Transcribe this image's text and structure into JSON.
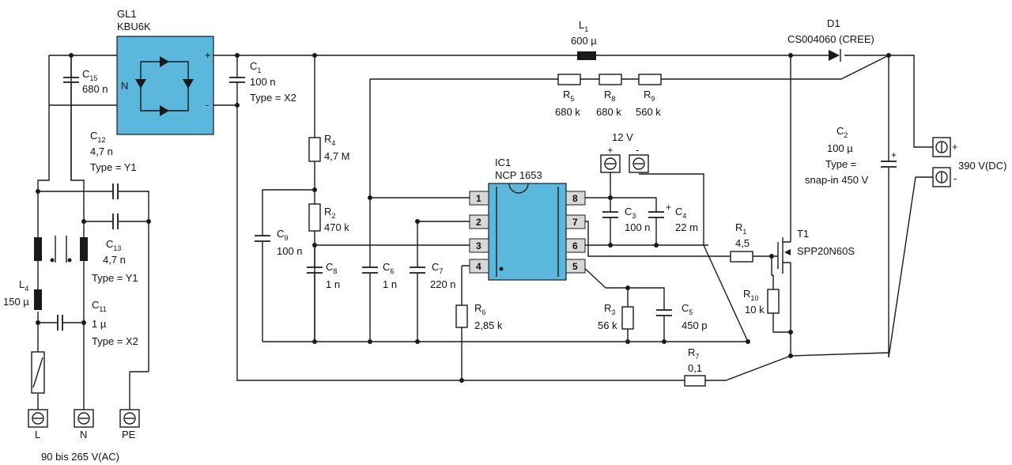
{
  "bridge": {
    "name": "GL1",
    "type": "KBU6K",
    "plus": "+",
    "minus": "-",
    "n": "N"
  },
  "ic": {
    "name": "IC1",
    "type": "NCP 1653",
    "pins": [
      "1",
      "2",
      "3",
      "4",
      "5",
      "6",
      "7",
      "8"
    ]
  },
  "parts": {
    "c15": {
      "n": "C",
      "sub": "15",
      "v": "680 n"
    },
    "c1": {
      "n": "C",
      "sub": "1",
      "v": "100 n",
      "t": "Type = X2"
    },
    "c12": {
      "n": "C",
      "sub": "12",
      "v": "4,7 n",
      "t": "Type = Y1"
    },
    "c13": {
      "n": "C",
      "sub": "13",
      "v": "4,7 n",
      "t": "Type = Y1"
    },
    "c11": {
      "n": "C",
      "sub": "11",
      "v": "1 µ",
      "t": "Type = X2"
    },
    "l4": {
      "n": "L",
      "sub": "4",
      "v": "150 µ"
    },
    "l1": {
      "n": "L",
      "sub": "1",
      "v": "600 µ"
    },
    "d1": {
      "n": "D1",
      "v": "CS004060 (CREE)"
    },
    "r4": {
      "n": "R",
      "sub": "4",
      "v": "4,7 M"
    },
    "r2": {
      "n": "R",
      "sub": "2",
      "v": "470 k"
    },
    "c9": {
      "n": "C",
      "sub": "9",
      "v": "100 n"
    },
    "c8": {
      "n": "C",
      "sub": "8",
      "v": "1 n"
    },
    "c6": {
      "n": "C",
      "sub": "6",
      "v": "1 n"
    },
    "c7": {
      "n": "C",
      "sub": "7",
      "v": "220 n"
    },
    "r6": {
      "n": "R",
      "sub": "6",
      "v": "2,85 k"
    },
    "r5": {
      "n": "R",
      "sub": "5",
      "v": "680 k"
    },
    "r8": {
      "n": "R",
      "sub": "8",
      "v": "680 k"
    },
    "r9": {
      "n": "R",
      "sub": "9",
      "v": "560 k"
    },
    "c3": {
      "n": "C",
      "sub": "3",
      "v": "100 n"
    },
    "c4": {
      "n": "C",
      "sub": "4",
      "v": "22 m"
    },
    "r3": {
      "n": "R",
      "sub": "3",
      "v": "56 k"
    },
    "c5": {
      "n": "C",
      "sub": "5",
      "v": "450 p"
    },
    "r1": {
      "n": "R",
      "sub": "1",
      "v": "4,5"
    },
    "t1": {
      "n": "T1",
      "v": "SPP20N60S"
    },
    "r10": {
      "n": "R",
      "sub": "10",
      "v": "10 k"
    },
    "r7": {
      "n": "R",
      "sub": "7",
      "v": "0,1"
    },
    "c2": {
      "n": "C",
      "sub": "2",
      "v": "100 µ",
      "t1": "Type =",
      "t2": "snap-in 450 V"
    }
  },
  "supply": {
    "v": "12 V",
    "plus": "+",
    "minus": "-"
  },
  "output": {
    "v": "390 V(DC)",
    "plus": "+",
    "minus": "-"
  },
  "input": {
    "l": "L",
    "n": "N",
    "pe": "PE",
    "range": "90 bis 265 V(AC)"
  },
  "colors": {
    "ic": "#5bb8dc",
    "bridge": "#5bb8dc",
    "wire": "#1a1a1a"
  }
}
